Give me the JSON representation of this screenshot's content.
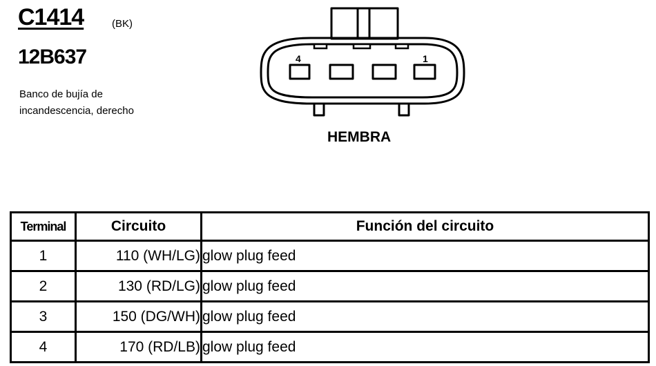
{
  "header": {
    "connector_id": "C1414",
    "color_code": "(BK)",
    "part_number": "12B637",
    "description_line1": "Banco de bujía de",
    "description_line2": "incandescencia, derecho"
  },
  "diagram": {
    "pin_label_left": "4",
    "pin_label_right": "1",
    "gender_label": "HEMBRA"
  },
  "table": {
    "headers": {
      "terminal": "Terminal",
      "circuit": "Circuito",
      "function": "Función del circuito"
    },
    "rows": [
      {
        "terminal": "1",
        "circuit": "110 (WH/LG)",
        "function": "glow plug feed"
      },
      {
        "terminal": "2",
        "circuit": "130 (RD/LG)",
        "function": "glow plug feed"
      },
      {
        "terminal": "3",
        "circuit": "150 (DG/WH)",
        "function": "glow plug feed"
      },
      {
        "terminal": "4",
        "circuit": "170 (RD/LB)",
        "function": "glow plug feed"
      }
    ]
  }
}
